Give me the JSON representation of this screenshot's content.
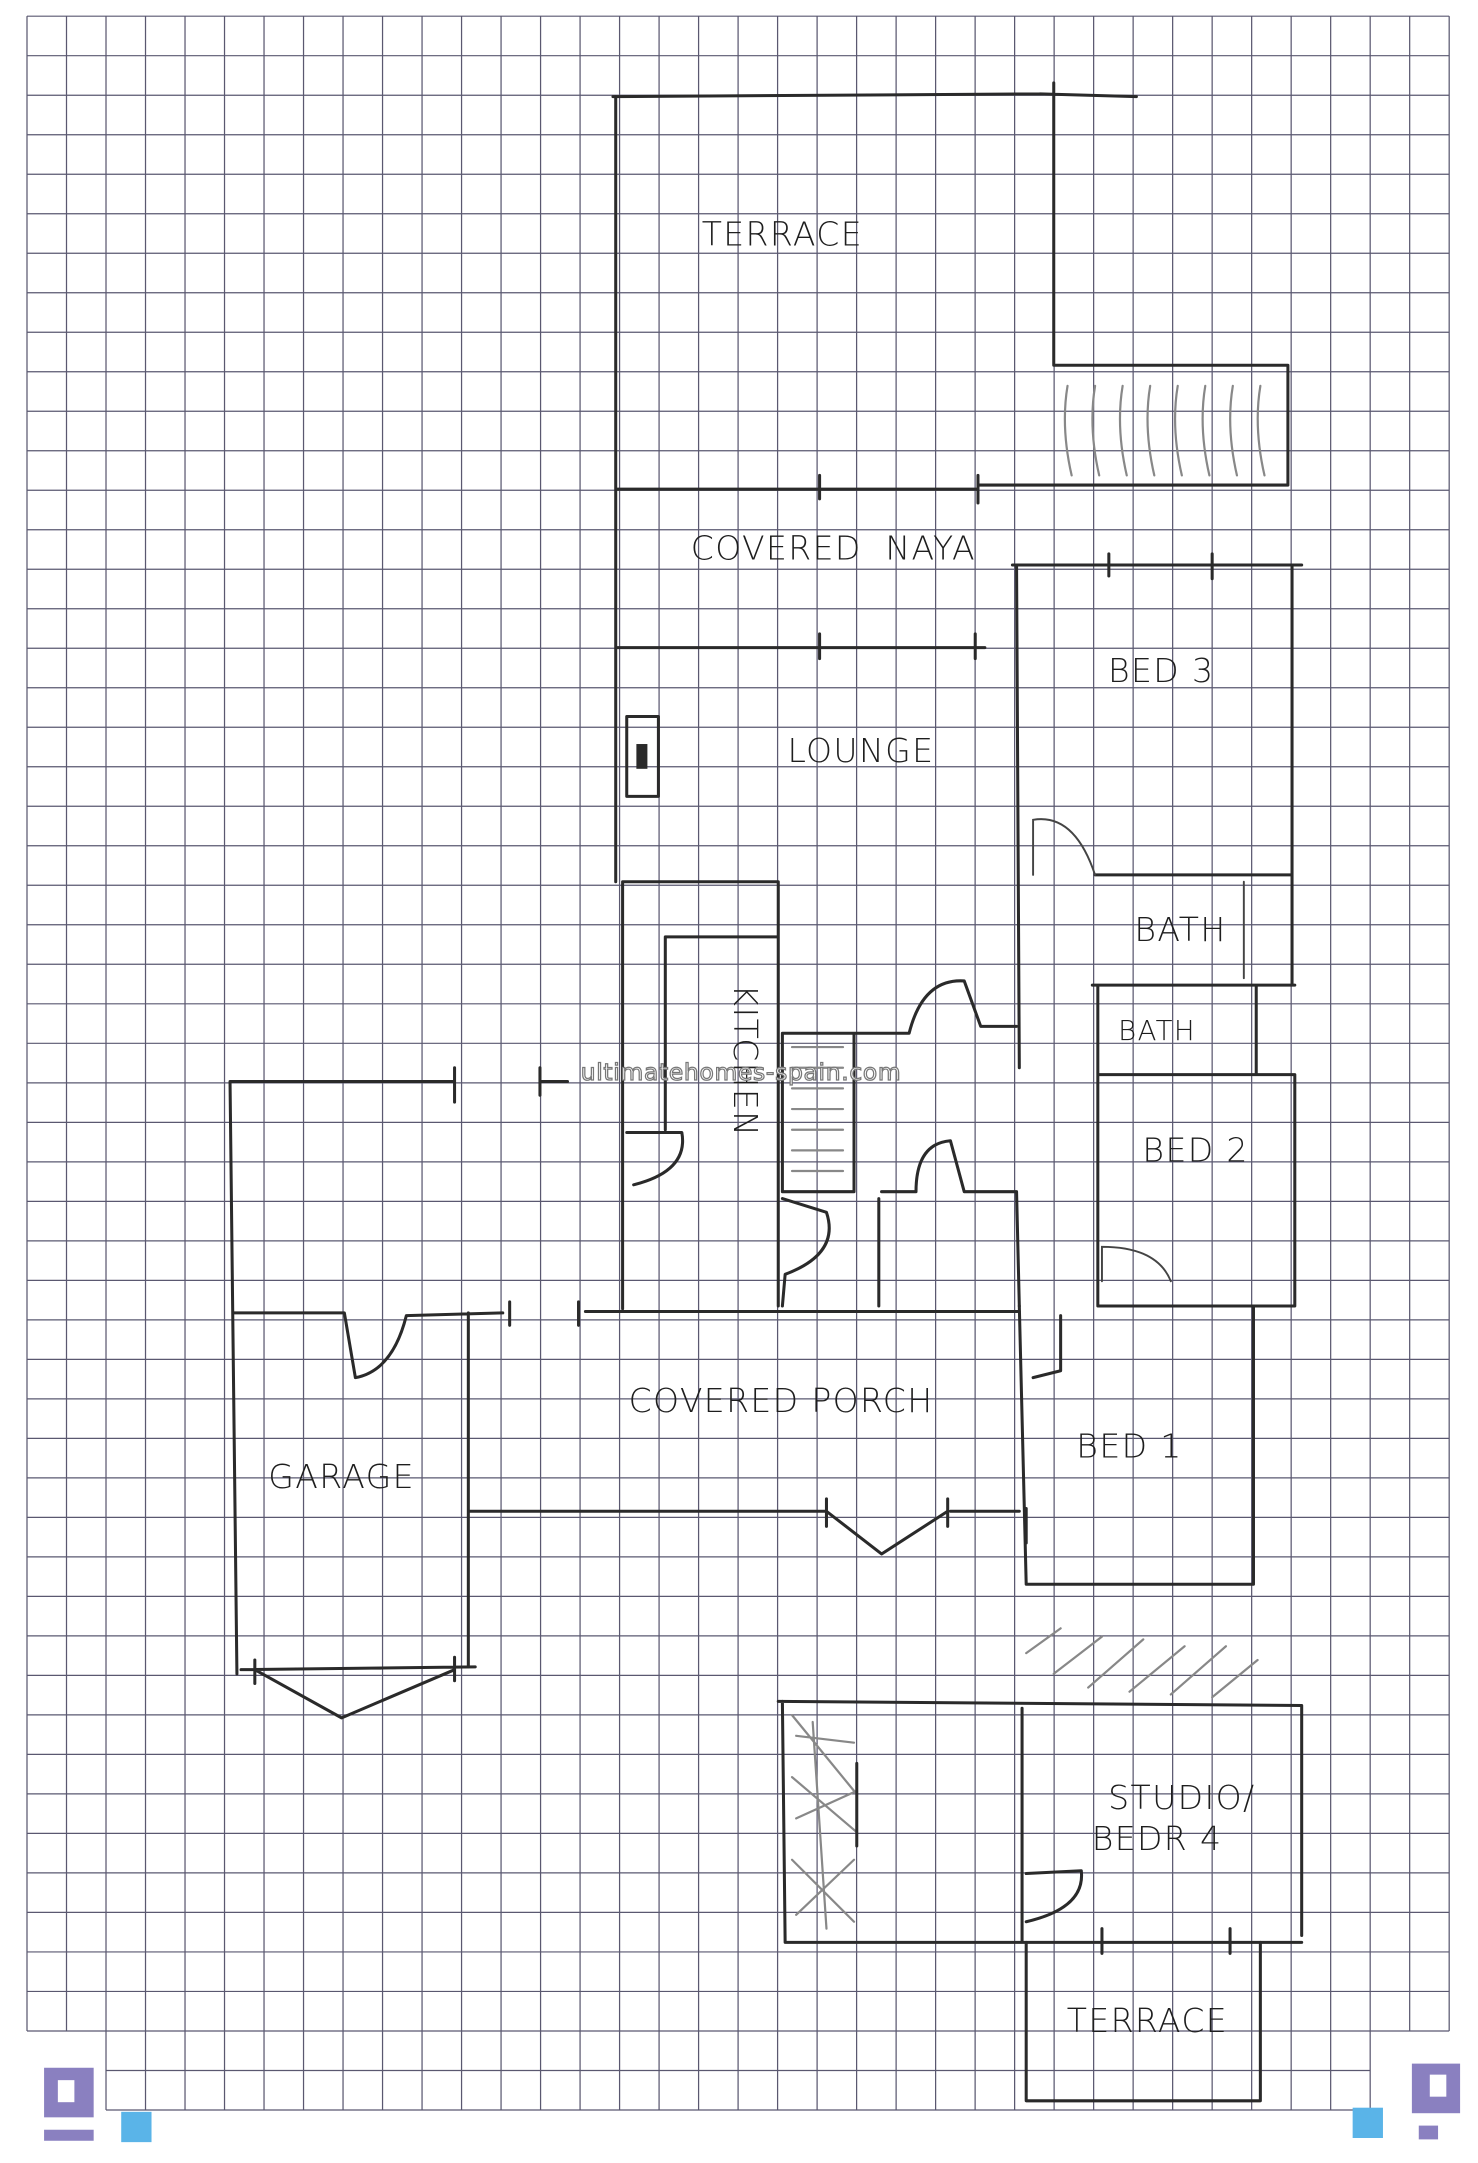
{
  "plan": {
    "rooms": {
      "terrace_top": "TERRACE",
      "covered_naya": "COVERED  NAYA",
      "bed3": "BED 3",
      "lounge": "LOUNGE",
      "bath_upper": "BATH",
      "bath_lower": "BATH",
      "kitchen": "KITCHEN",
      "bed2": "BED 2",
      "covered_porch": "COVERED PORCH",
      "garage": "GARAGE",
      "bed1": "BED 1",
      "studio_line1": "STUDIO/",
      "studio_line2": "BEDR 4",
      "terrace_bottom": "TERRACE"
    },
    "watermark": "ultimatehomes-spain.com"
  },
  "colors": {
    "grid": "#5a5870",
    "ink": "#2a2a2a",
    "corner_purple": "#8a80c0",
    "corner_blue": "#5ab4e8"
  }
}
